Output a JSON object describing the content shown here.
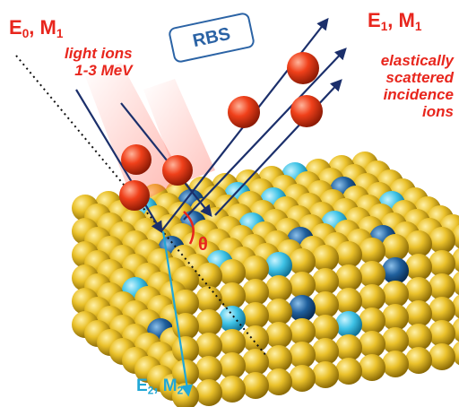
{
  "badge": "RBS",
  "incident": {
    "symbol_e": "E",
    "sub_e": "0",
    "symbol_m": "M",
    "sub_m": "1",
    "line1": "light ions",
    "line2": "1-3 MeV"
  },
  "scattered": {
    "symbol_e": "E",
    "sub_e": "1",
    "symbol_m": "M",
    "sub_m": "1",
    "line1": "elastically",
    "line2": "scattered",
    "line3": "incidence",
    "line4": "ions"
  },
  "recoil": {
    "symbol_e": "E",
    "sub_e": "2",
    "symbol_m": "M",
    "sub_m": "2"
  },
  "angle_label": "θ",
  "colors": {
    "red": "#e8261d",
    "navy": "#1b2f6b",
    "cyan": "#21a7d6",
    "gold": "#e9bf1f",
    "blue": "#1f5f9c",
    "light_blue": "#42c6e6"
  }
}
